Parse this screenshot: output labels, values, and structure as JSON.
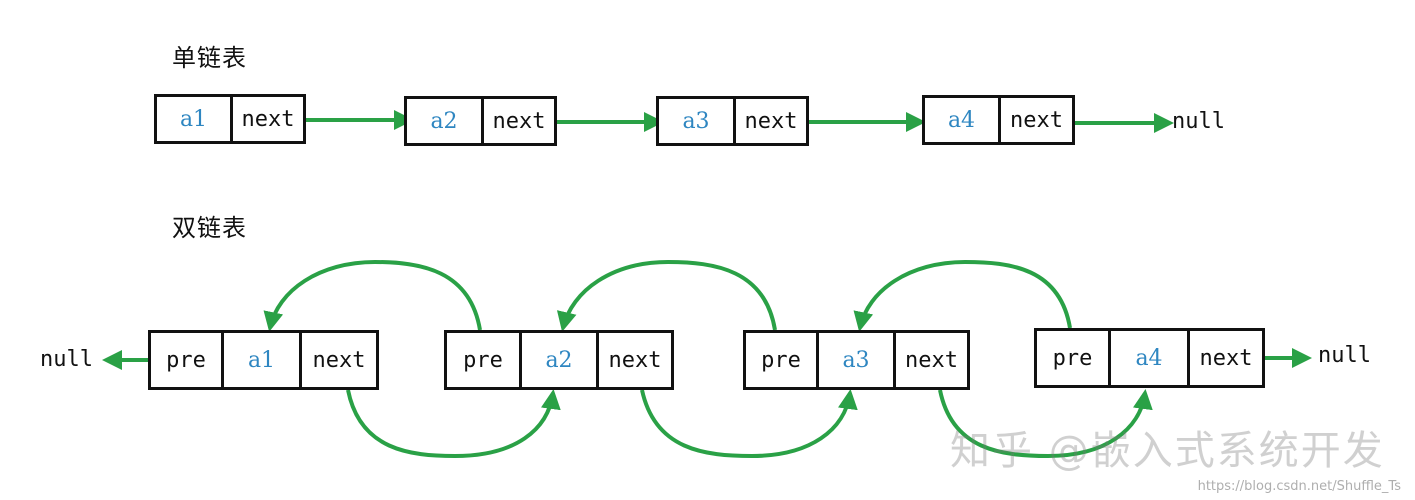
{
  "colors": {
    "arrow": "#2aa146",
    "data_text": "#2e86c1",
    "border": "#111111"
  },
  "single": {
    "title": "单链表",
    "nodes": [
      {
        "data": "a1",
        "next": "next"
      },
      {
        "data": "a2",
        "next": "next"
      },
      {
        "data": "a3",
        "next": "next"
      },
      {
        "data": "a4",
        "next": "next"
      }
    ],
    "tail": "null"
  },
  "double": {
    "title": "双链表",
    "nodes": [
      {
        "pre": "pre",
        "data": "a1",
        "next": "next"
      },
      {
        "pre": "pre",
        "data": "a2",
        "next": "next"
      },
      {
        "pre": "pre",
        "data": "a3",
        "next": "next"
      },
      {
        "pre": "pre",
        "data": "a4",
        "next": "next"
      }
    ],
    "head": "null",
    "tail": "null"
  },
  "watermark": "知乎 @嵌入式系统开发",
  "source_url": "https://blog.csdn.net/Shuffle_Ts"
}
